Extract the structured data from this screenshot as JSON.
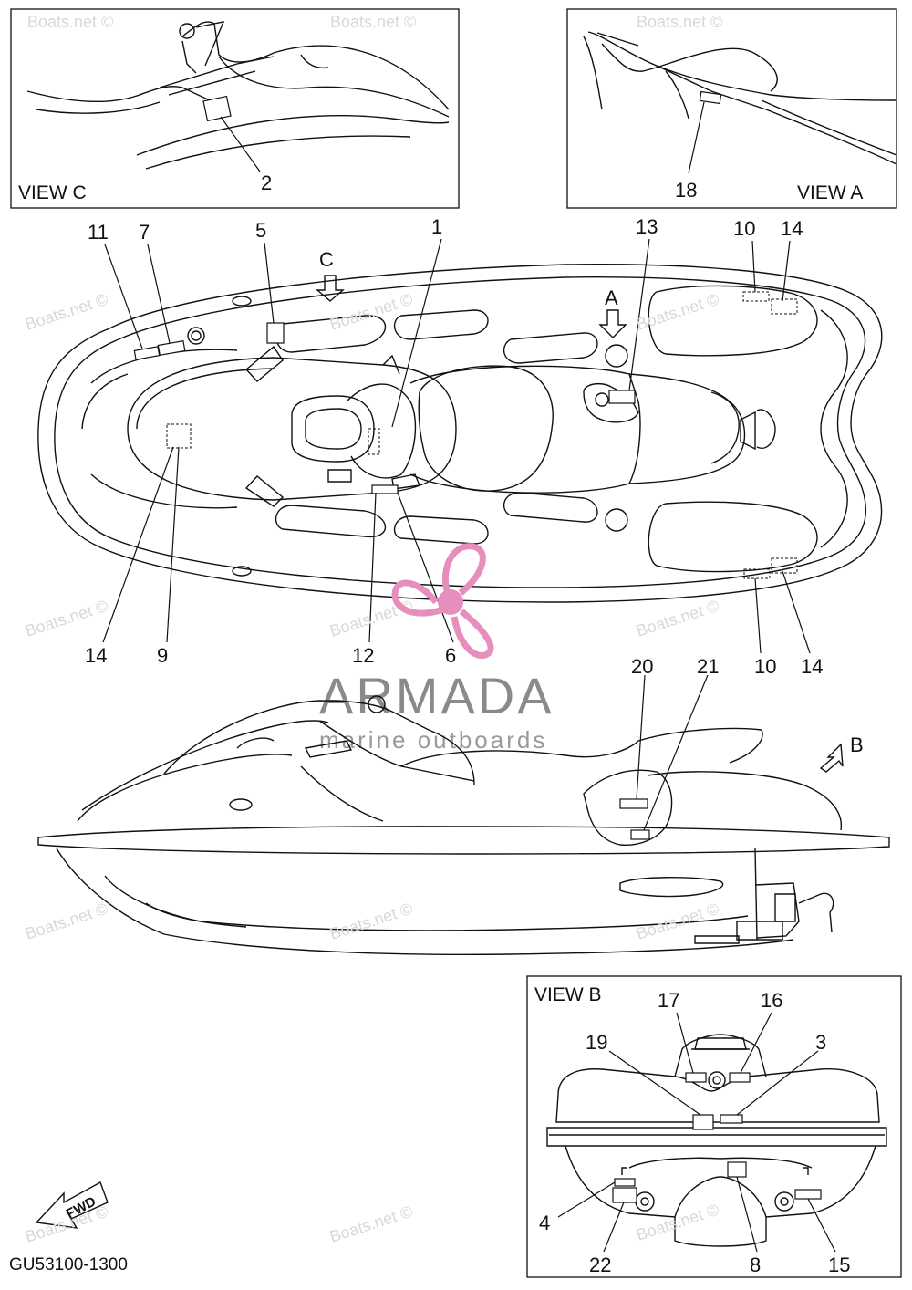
{
  "views": {
    "view_c": "VIEW C",
    "view_a": "VIEW A",
    "view_b": "VIEW B"
  },
  "arrows": {
    "a": "A",
    "b": "B",
    "c": "C"
  },
  "callouts": {
    "c1": "1",
    "c2": "2",
    "c3": "3",
    "c4": "4",
    "c5": "5",
    "c6": "6",
    "c7": "7",
    "c8": "8",
    "c9": "9",
    "c10a": "10",
    "c10b": "10",
    "c11": "11",
    "c12": "12",
    "c13": "13",
    "c14a": "14",
    "c14b": "14",
    "c14c": "14",
    "c15": "15",
    "c16": "16",
    "c17": "17",
    "c18": "18",
    "c19": "19",
    "c20": "20",
    "c21": "21",
    "c22": "22"
  },
  "fwd_label": "FWD",
  "diagram_code": "GU53100-1300",
  "brand": {
    "name": "ARMADA",
    "tagline": "marine outboards",
    "logo_color": "#e68fbd"
  },
  "watermark": "Boats.net ©"
}
